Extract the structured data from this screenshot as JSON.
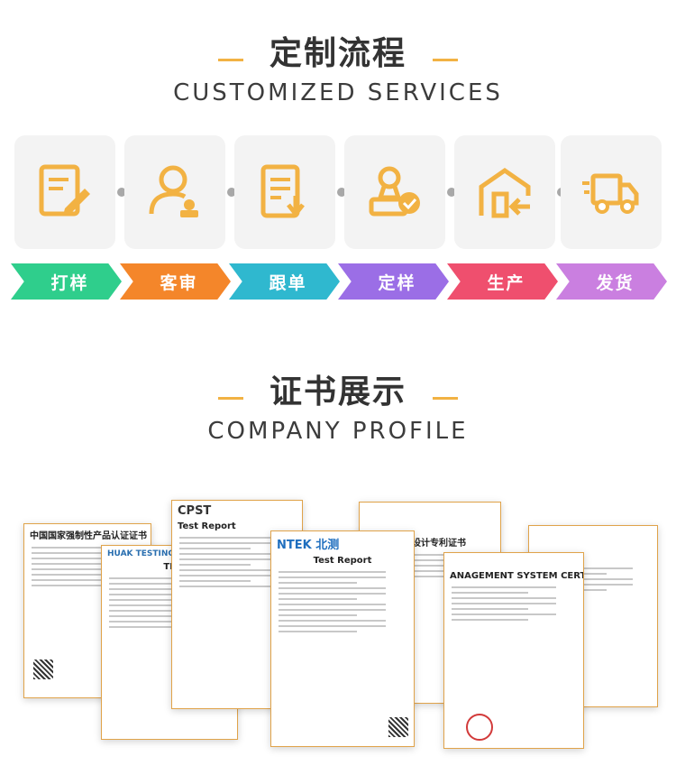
{
  "process": {
    "title_cn": "定制流程",
    "title_en": "CUSTOMIZED SERVICES",
    "steps": [
      {
        "label": "打样",
        "icon": "edit-document-icon",
        "color": "#2fce8c"
      },
      {
        "label": "客审",
        "icon": "user-review-icon",
        "color": "#f4862a"
      },
      {
        "label": "跟单",
        "icon": "order-tracking-icon",
        "color": "#2fb8cf"
      },
      {
        "label": "定样",
        "icon": "sample-approval-icon",
        "color": "#9b6ee6"
      },
      {
        "label": "生产",
        "icon": "factory-production-icon",
        "color": "#ef4f6e"
      },
      {
        "label": "发货",
        "icon": "delivery-truck-icon",
        "color": "#ca7fe0"
      }
    ],
    "accent": "#f2b243"
  },
  "profile": {
    "title_cn": "证书展示",
    "title_en": "COMPANY PROFILE",
    "documents": [
      {
        "name": "ccc-certificate",
        "header": "中国国家强制性产品认证证书"
      },
      {
        "name": "huak-test-report",
        "header": "TEST REPORT",
        "brand": "HUAK TESTING"
      },
      {
        "name": "cpst-test-report",
        "header": "Test Report",
        "brand": "CPST"
      },
      {
        "name": "ntek-test-report",
        "header": "Test Report",
        "brand": "NTEK 北测"
      },
      {
        "name": "design-patent-certificate",
        "header": "外观设计专利证书"
      },
      {
        "name": "management-system-certificate",
        "header": "ANAGEMENT SYSTEM CERTIFICATE"
      },
      {
        "name": "blank-certificate",
        "header": ""
      }
    ]
  }
}
